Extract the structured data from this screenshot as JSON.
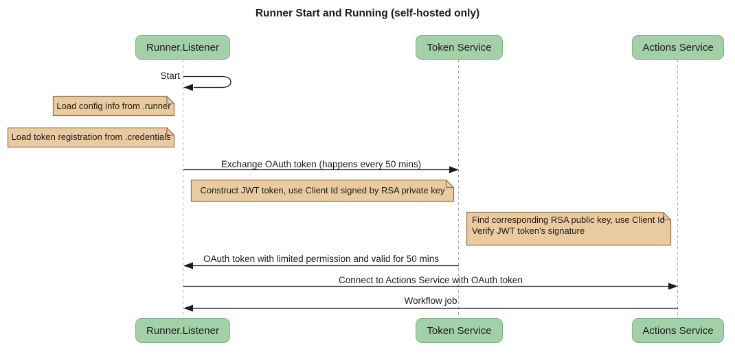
{
  "diagram": {
    "title": "Runner Start and Running (self-hosted only)",
    "participants": [
      {
        "label": "Runner.Listener"
      },
      {
        "label": "Token Service"
      },
      {
        "label": "Actions Service"
      }
    ],
    "messages": [
      {
        "from": "Runner.Listener",
        "to": "Runner.Listener",
        "type": "self",
        "label": "Start"
      },
      {
        "from": "Runner.Listener",
        "to": "Token Service",
        "type": "solid-arrow",
        "label": "Exchange OAuth token (happens every 50 mins)"
      },
      {
        "from": "Token Service",
        "to": "Runner.Listener",
        "type": "solid-arrow",
        "label": "OAuth token with limited permission and valid for 50 mins"
      },
      {
        "from": "Runner.Listener",
        "to": "Actions Service",
        "type": "solid-arrow",
        "label": "Connect to Actions Service with OAuth token"
      },
      {
        "from": "Actions Service",
        "to": "Runner.Listener",
        "type": "solid-arrow",
        "label": "Workflow job"
      }
    ],
    "notes": [
      {
        "placement": "left of Runner.Listener",
        "lines": [
          "Load config info from .runner"
        ]
      },
      {
        "placement": "left of Runner.Listener",
        "lines": [
          "Load token registration from .credentials"
        ]
      },
      {
        "placement": "over Runner.Listener and Token Service",
        "lines": [
          "Construct JWT token, use Client Id signed by RSA private key"
        ]
      },
      {
        "placement": "left of Actions Service",
        "lines": [
          "Find corresponding RSA public key, use Client Id",
          "Verify JWT token's signature"
        ]
      }
    ],
    "colors": {
      "participant_fill": "#a3d1a7",
      "participant_border": "#7fb286",
      "note_fill": "#eaca9f",
      "note_border": "#a1734b",
      "lifeline": "#aaaaaa",
      "arrow_and_text": "#1c1c1c",
      "background": "#ffffff"
    }
  }
}
